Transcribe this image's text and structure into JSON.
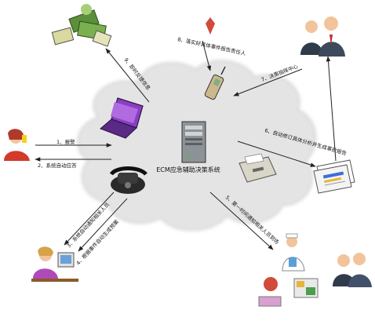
{
  "title": "ECM应急辅助决策系统",
  "steps": {
    "s1": "1、报警",
    "s2": "2、系统自动应答",
    "s3": "3、系统自动通知相关人员",
    "s4": "4、根据事件自动生成预案",
    "s5": "5、第一时间通知相关人员到场",
    "s6": "6、自动修订具体分析并生成事故报告",
    "s7": "7、决策指挥中心",
    "s8": "8、落实好具体事件报告责任人",
    "s9": "9、即时反馈信息"
  },
  "colors": {
    "cloud": "#e4e4e4",
    "cloud_edge": "#b8b8b8",
    "arrow": "#222222",
    "server": "#8d9296",
    "laptop_screen": "#8a3fc3",
    "cash": "#5b8f3a",
    "people_suit": "#2f3b4b",
    "nurse_blue": "#5aa0d8"
  },
  "icons": [
    "server-icon",
    "laptop-icon",
    "telephone-icon",
    "fax-icon",
    "report-icon",
    "mobile-phone-icon",
    "calling-woman-icon",
    "office-worker-icon",
    "executives-icon",
    "money-person-icon",
    "medical-team-icon",
    "doctors-icon"
  ]
}
